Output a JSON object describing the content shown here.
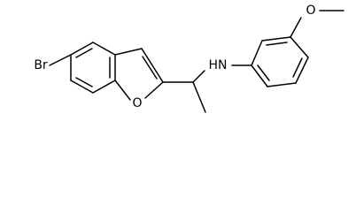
{
  "molecule": {
    "atom_labels": {
      "bromine": "Br",
      "furan_oxygen": "O",
      "amine": "HN",
      "methoxy_oxygen": "O"
    }
  }
}
